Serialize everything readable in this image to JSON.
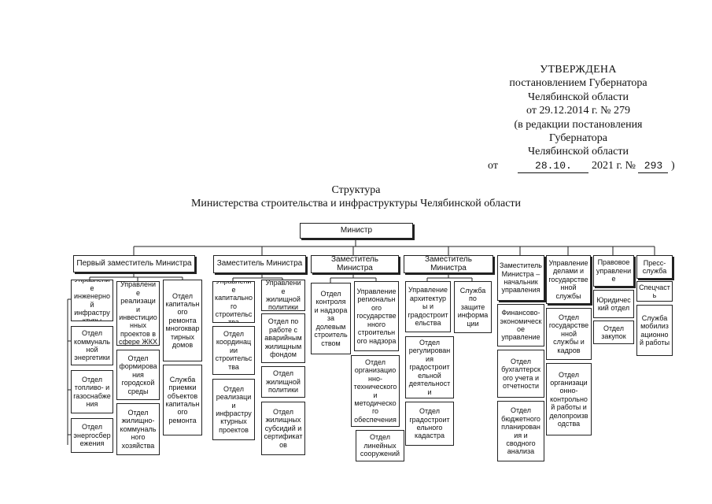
{
  "approval": {
    "line1": "УТВЕРЖДЕНА",
    "line2": "постановлением Губернатора",
    "line3": "Челябинской области",
    "line4": "от 29.12.2014 г. № 279",
    "line5": "(в редакции постановления",
    "line6": "Губернатора",
    "line7": "Челябинской области",
    "date_prefix": "от",
    "date_day": "28.10.",
    "date_year": "2021 г. №",
    "date_number": "293",
    "date_suffix": ")"
  },
  "title": {
    "line1": "Структура",
    "line2": "Министерства строительства и инфраструктуры Челябинской области"
  },
  "minister": "Министр",
  "divisions": {
    "first_deputy": "Первый заместитель Министра",
    "deputy_a": "Заместитель Министра",
    "deputy_b": "Заместитель Министра",
    "deputy_c": "Заместитель Министра",
    "deputy_head": "Заместитель Министра – начальник управления",
    "admin_dept": "Управление делами и государственной службы",
    "legal_dept": "Правовое управление",
    "press": "Пресс-служба"
  },
  "units": {
    "u_eng_infra": "Управление инженерной инфраструктуры",
    "u_comm_energy": "Отдел коммунальной энергетики",
    "u_fuel_gas": "Отдел топливо- и газоснабжения",
    "u_energy_save": "Отдел энергосбережения",
    "u_invest": "Управление реализации инвестиционных проектов в сфере ЖКХ",
    "u_urban_env": "Отдел формирования городской среды",
    "u_housing_util": "Отдел жилищно-коммунального хозяйства",
    "u_repair": "Отдел капитального ремонта многоквартирных домов",
    "u_repair_service": "Служба приемки объектов капитального ремонта",
    "u_cap_build": "Управление капитального строительства",
    "u_coord_build": "Отдел координации строительства",
    "u_infra_projects": "Отдел реализации инфраструктурных проектов",
    "u_housing_policy": "Управление жилищной политики",
    "u_emergency": "Отдел по работе с аварийным жилищным фондом",
    "u_housing_pol_dept": "Отдел жилищной политики",
    "u_subsidies": "Отдел жилищных субсидий и сертификатов",
    "u_shared_build": "Отдел контроля и надзора за долевым строительством",
    "u_reg_supervision": "Управление регионального государственного строительного надзора",
    "u_org_tech": "Отдел организационно-технического и методического обеспечения",
    "u_linear": "Отдел линейных сооружений",
    "u_architecture": "Управление архитектуры и градостроительства",
    "u_info_protect": "Служба по защите информации",
    "u_urban_reg": "Отдел регулирования градостроительной деятельности",
    "u_cadastre": "Отдел градостроительного кадастра",
    "u_finance": "Финансово-экономическое управление",
    "u_accounting": "Отдел бухгалтерского учета и отчетности",
    "u_budget": "Отдел бюджетного планирования и сводного анализа",
    "u_civil_service": "Отдел государственной службы и кадров",
    "u_org_control": "Отдел организационно-контрольной работы и делопроизводства",
    "u_legal_dept": "Юридический отдел",
    "u_procure": "Отдел закупок",
    "u_specchast": "Спецчасть",
    "u_mobil": "Служба мобилизационной работы"
  }
}
